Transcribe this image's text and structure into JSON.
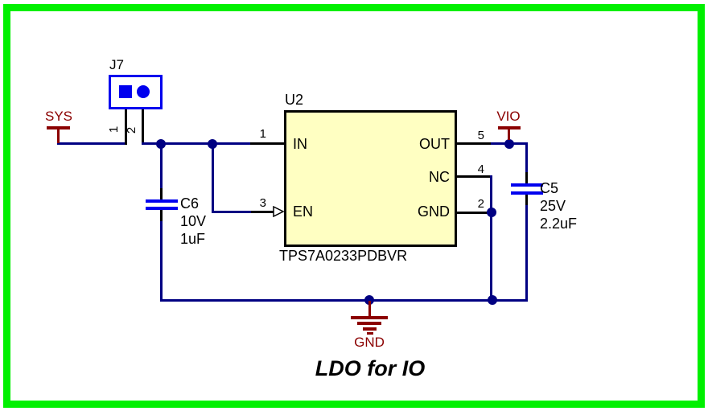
{
  "title": "LDO for IO",
  "colors": {
    "wire_navy": "#000082",
    "pin_black": "#000000",
    "component_blue": "#0000ee",
    "power_port_red": "#8b0000",
    "ic_fill_yellow": "#ffffc2",
    "frame_green": "#00f000"
  },
  "connector": {
    "ref": "J7",
    "pin_numbers": [
      "1",
      "2"
    ]
  },
  "ic": {
    "ref": "U2",
    "part_number": "TPS7A0233PDBVR",
    "pins": [
      {
        "name": "IN",
        "number": "1"
      },
      {
        "name": "EN",
        "number": "3"
      },
      {
        "name": "OUT",
        "number": "5"
      },
      {
        "name": "NC",
        "number": "4"
      },
      {
        "name": "GND",
        "number": "2"
      }
    ]
  },
  "capacitors": [
    {
      "ref": "C6",
      "voltage": "10V",
      "value": "1uF"
    },
    {
      "ref": "C5",
      "voltage": "25V",
      "value": "2.2uF"
    }
  ],
  "power_ports": [
    {
      "name": "SYS"
    },
    {
      "name": "VIO"
    },
    {
      "name": "GND"
    }
  ]
}
